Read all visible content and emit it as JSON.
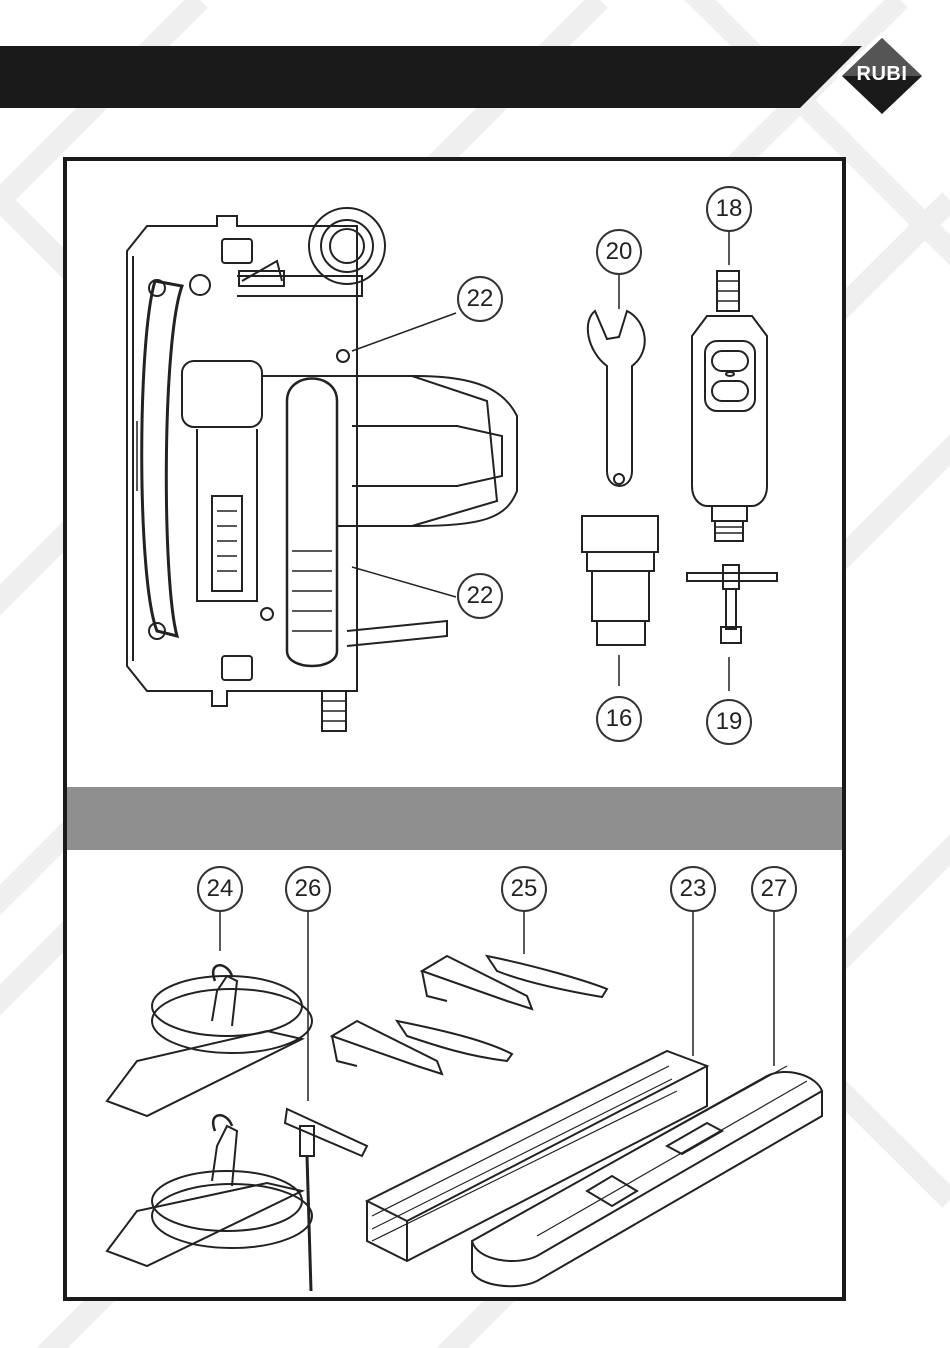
{
  "brand": {
    "logo_text": "RUBI",
    "color_dark": "#1a1a1a",
    "divider_color": "#8f8f8f"
  },
  "callouts_top": {
    "c22a": "22",
    "c22b": "22",
    "c20": "20",
    "c18": "18",
    "c16": "16",
    "c19": "19"
  },
  "callouts_bottom": {
    "c24": "24",
    "c26": "26",
    "c25": "25",
    "c23": "23",
    "c27": "27"
  },
  "icons": [
    "rubi-logo-icon",
    "circular-saw-icon",
    "spanner-icon",
    "remote-switch-icon",
    "adapter-icon",
    "t-key-icon",
    "suction-cup-icon",
    "hex-key-icon",
    "clamp-icon",
    "guide-rail-icon",
    "rail-case-icon"
  ]
}
